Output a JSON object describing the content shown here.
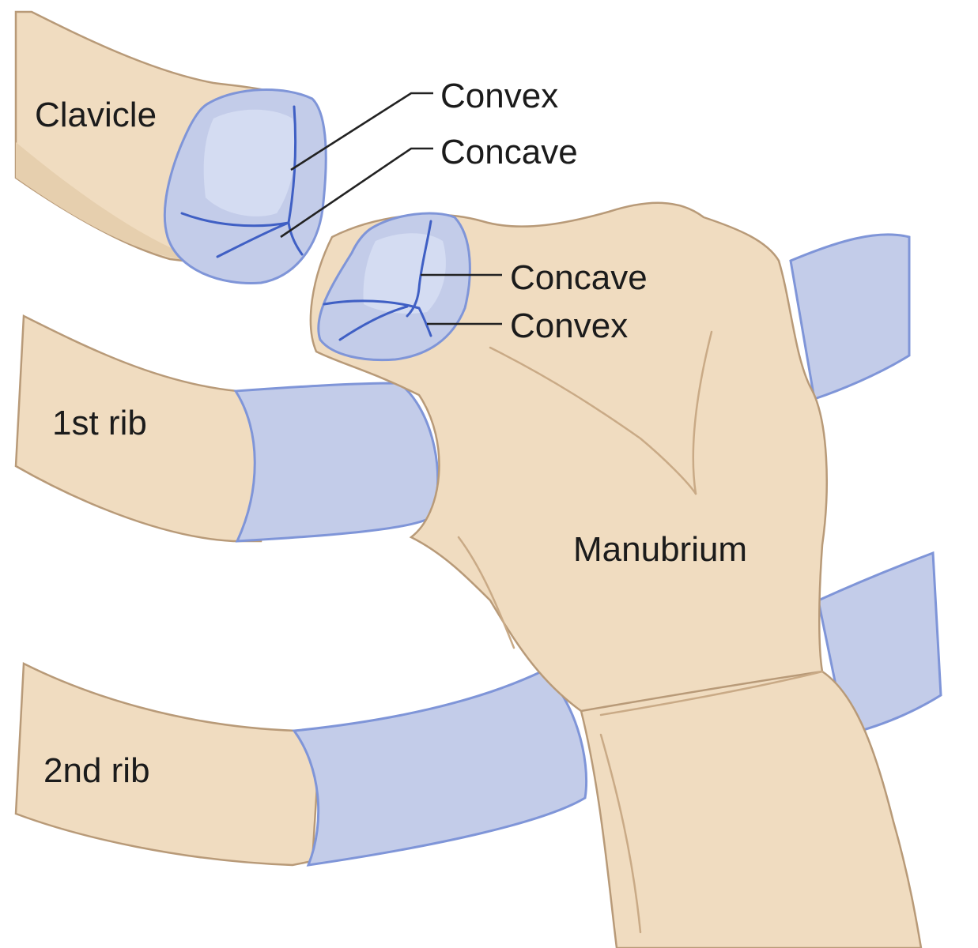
{
  "labels": {
    "clavicle": "Clavicle",
    "clavicle_convex": "Convex",
    "clavicle_concave": "Concave",
    "manubrium_concave": "Concave",
    "manubrium_convex": "Convex",
    "first_rib": "1st rib",
    "second_rib": "2nd rib",
    "manubrium": "Manubrium"
  },
  "colors": {
    "bone": "#f0dcc0",
    "cartilage": "#c3cce9",
    "surface_line": "#3f5fc4",
    "leader_line": "#222222"
  }
}
